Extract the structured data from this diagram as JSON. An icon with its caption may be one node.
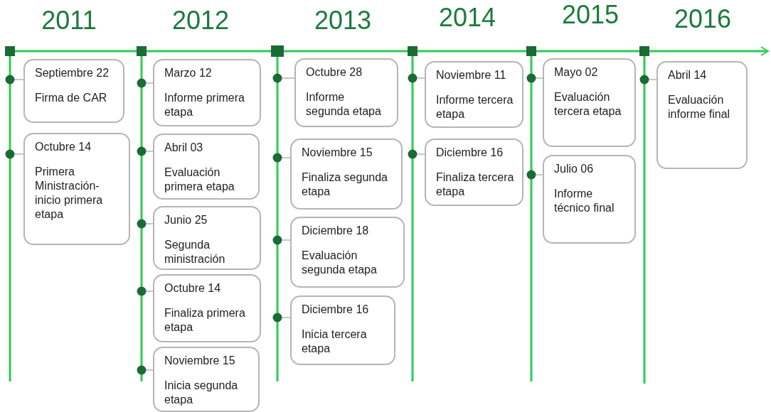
{
  "diagram": {
    "nodes": [
      {
        "text": [],
        "shape": "circle"
      },
      {
        "text": [
          "Septiembre 22",
          "Firma de CAR"
        ]
      },
      {
        "text": [],
        "shape": "circle"
      },
      {
        "text": [
          "Octubre 14",
          "Primera Ministración-inicio primera etapa"
        ]
      },
      {
        "text": [],
        "shape": "circle"
      },
      {
        "text": [
          "Marzo 12",
          "Informe primera etapa"
        ]
      },
      {
        "text": [],
        "shape": "circle"
      },
      {
        "text": [
          "Abril 03",
          "Evaluación primera etapa"
        ]
      },
      {
        "text": [],
        "shape": "circle"
      },
      {
        "text": [
          "Junio 25",
          "Segunda ministración"
        ]
      },
      {
        "text": [],
        "shape": "circle"
      },
      {
        "text": [
          "Octubre 14",
          "Finaliza primera etapa"
        ]
      },
      {
        "text": [],
        "shape": "circle"
      },
      {
        "text": [
          "Noviembre 15",
          "Inicia segunda etapa"
        ]
      },
      {
        "text": [],
        "shape": "circle"
      },
      {
        "text": [
          "Octubre 28",
          "Informe segunda etapa"
        ]
      },
      {
        "text": [],
        "shape": "circle"
      },
      {
        "text": [
          "Noviembre 15",
          "Finaliza segunda etapa"
        ]
      },
      {
        "text": [],
        "shape": "circle"
      },
      {
        "text": [
          "Diciembre 18",
          "Evaluación segunda etapa"
        ]
      },
      {
        "text": [],
        "shape": "circle"
      },
      {
        "text": [
          "Diciembre 16",
          "Inicia tercera etapa"
        ]
      },
      {
        "text": [],
        "shape": "circle"
      },
      {
        "text": [
          "Noviembre 11",
          "Informe tercera etapa"
        ]
      },
      {
        "text": [],
        "shape": "circle"
      },
      {
        "text": [
          "Diciembre 16",
          "Finaliza tercera etapa"
        ]
      },
      {
        "text": [],
        "shape": "circle"
      },
      {
        "text": [
          "Mayo 02",
          "Evaluación tercera etapa"
        ]
      },
      {
        "text": [],
        "shape": "circle"
      },
      {
        "text": [
          "Julio 06",
          "Informe técnico final"
        ]
      },
      {
        "text": [],
        "shape": "circle"
      },
      {
        "text": [
          "Abril 14",
          "Evaluación informe final"
        ]
      }
    ],
    "edges": [
      {
        "from": 0,
        "to": 1,
        "arrow": "none"
      },
      {
        "from": 2,
        "to": 3,
        "arrow": "none"
      },
      {
        "from": 4,
        "to": 5,
        "arrow": "none"
      },
      {
        "from": 6,
        "to": 7,
        "arrow": "none"
      },
      {
        "from": 8,
        "to": 9,
        "arrow": "none"
      },
      {
        "from": 10,
        "to": 11,
        "arrow": "none"
      },
      {
        "from": 12,
        "to": 13,
        "arrow": "none"
      },
      {
        "from": 14,
        "to": 15,
        "arrow": "none"
      },
      {
        "from": 16,
        "to": 17,
        "arrow": "none"
      },
      {
        "from": 18,
        "to": 19,
        "arrow": "none"
      },
      {
        "from": 20,
        "to": 21,
        "arrow": "none"
      },
      {
        "from": 22,
        "to": 23,
        "arrow": "none"
      },
      {
        "from": 24,
        "to": 25,
        "arrow": "none"
      },
      {
        "from": 26,
        "to": 27,
        "arrow": "none"
      },
      {
        "from": 28,
        "to": 29,
        "arrow": "none"
      },
      {
        "from": 30,
        "to": 31,
        "arrow": "none"
      }
    ],
    "labels": [
      "2011",
      "2012",
      "2013",
      "2014",
      "2015",
      "2016"
    ]
  }
}
